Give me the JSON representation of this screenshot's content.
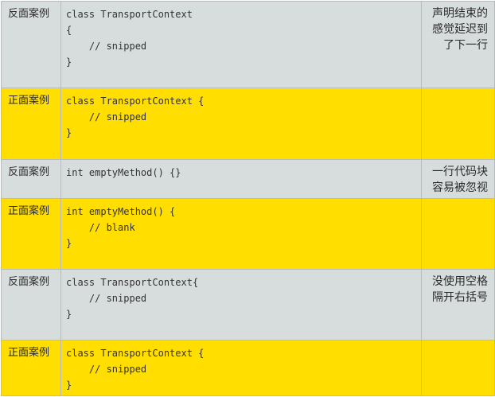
{
  "rows": [
    {
      "kind": "bad",
      "label": "反面案例",
      "code": [
        "class TransportContext",
        "{",
        "    // snipped",
        "}"
      ],
      "note": [
        "声明结束的",
        "感觉延迟到",
        "了下一行"
      ]
    },
    {
      "kind": "good",
      "label": "正面案例",
      "code": [
        "class TransportContext {",
        "    // snipped",
        "}"
      ],
      "note": []
    },
    {
      "kind": "bad",
      "label": "反面案例",
      "code": [
        "int emptyMethod() {}"
      ],
      "note": [
        "一行代码块",
        "容易被忽视"
      ]
    },
    {
      "kind": "good",
      "label": "正面案例",
      "code": [
        "int emptyMethod() {",
        "    // blank",
        "}"
      ],
      "note": []
    },
    {
      "kind": "bad",
      "label": "反面案例",
      "code": [
        "class TransportContext{",
        "    // snipped",
        "}"
      ],
      "note": [
        "没使用空格",
        "隔开右括号"
      ]
    },
    {
      "kind": "good",
      "label": "正面案例",
      "code": [
        "class TransportContext {",
        "    // snipped",
        "}"
      ],
      "note": []
    }
  ],
  "colors": {
    "bad_row_bg": "#d7dcdd",
    "good_row_bg": "#ffde00",
    "border": "#b9bcbf"
  }
}
